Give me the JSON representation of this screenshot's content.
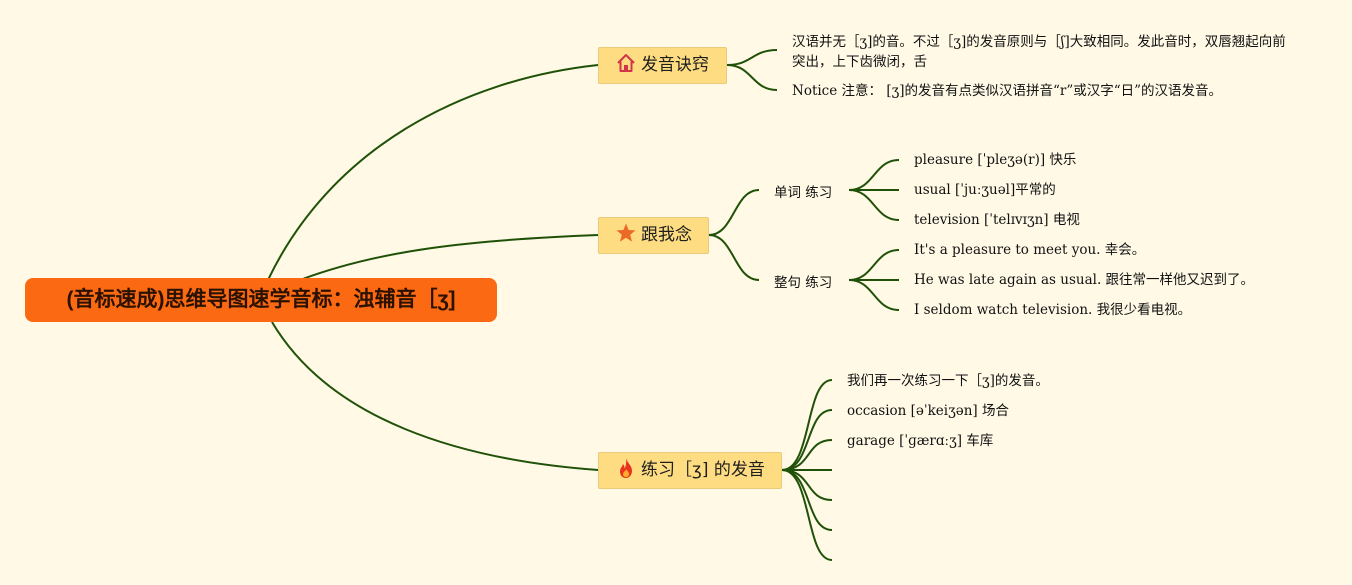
{
  "root": {
    "title": "(音标速成)思维导图速学音标：浊辅音［ʒ]"
  },
  "branches": [
    {
      "label": "发音诀窍",
      "icon": "home-icon",
      "children": [
        "汉语并无［ʒ]的音。不过［ʒ]的发音原则与［ʃ]大致相同。发此音时，双唇翘起向前突出，上下齿微闭，舌",
        "Notice 注意：   [ʒ]的发音有点类似汉语拼音“r”或汉字“日”的汉语发音。"
      ]
    },
    {
      "label": "跟我念",
      "icon": "star-icon",
      "groups": [
        {
          "label": "单词 练习",
          "items": [
            "pleasure [ˈpleʒə(r)] 快乐",
            "usual [ˈjuːʒuəl]平常的",
            "television [ˈtelɪvɪʒn] 电视"
          ]
        },
        {
          "label": "整句 练习",
          "items": [
            "It's a pleasure to meet you. 幸会。",
            "He was late again as usual. 跟往常一样他又迟到了。",
            "I seldom watch television. 我很少看电视。"
          ]
        }
      ]
    },
    {
      "label": "练习［ʒ] 的发音",
      "icon": "fire-icon",
      "children": [
        "我们再一次练习一下［ʒ]的发音。",
        "occasion   [əˈkeiʒən] 场合",
        "garage   [ˈɡærɑːʒ] 车库",
        "",
        "",
        "",
        ""
      ]
    }
  ],
  "colors": {
    "edge": "#1f5208",
    "root": "#fb6a12",
    "branch": "#fedd82",
    "background": "#fff9e6"
  }
}
